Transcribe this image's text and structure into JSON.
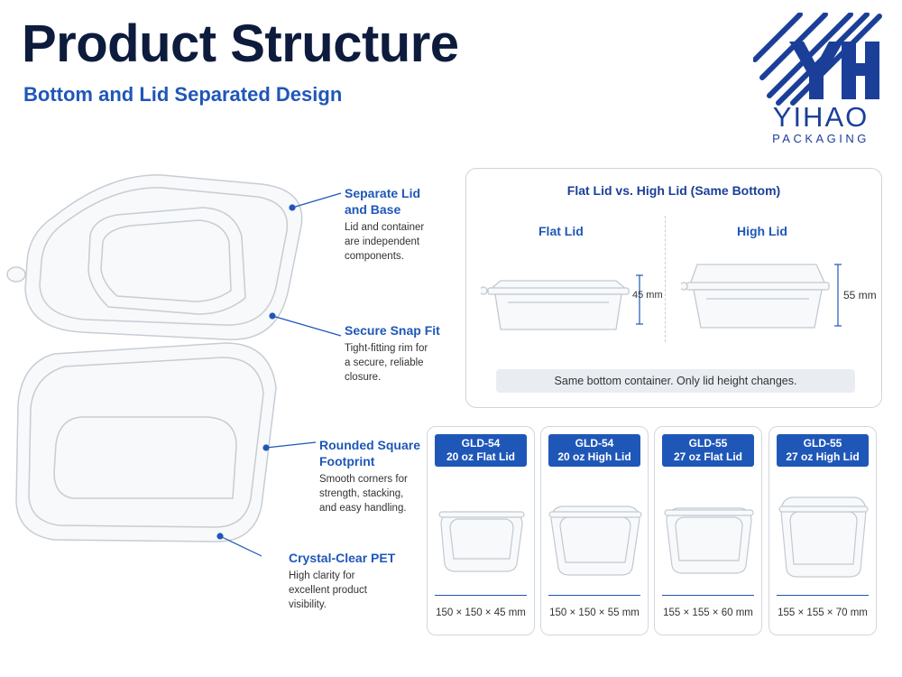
{
  "header": {
    "title": "Product Structure",
    "subtitle": "Bottom and Lid Separated Design"
  },
  "logo": {
    "name": "YIHAO",
    "sub": "PACKAGING",
    "mark": "YH",
    "color": "#1b3f99"
  },
  "callouts": [
    {
      "title_lines": [
        "Separate Lid",
        "and Base"
      ],
      "desc_lines": [
        "Lid and container",
        "are independent",
        "components."
      ]
    },
    {
      "title_lines": [
        "Secure Snap Fit"
      ],
      "desc_lines": [
        "Tight-fitting rim for",
        "a secure, reliable",
        "closure."
      ]
    },
    {
      "title_lines": [
        "Rounded Square",
        "Footprint"
      ],
      "desc_lines": [
        "Smooth corners for",
        "strength, stacking,",
        "and easy handling."
      ]
    },
    {
      "title_lines": [
        "Crystal-Clear PET"
      ],
      "desc_lines": [
        "High clarity for",
        "excellent product",
        "visibility."
      ]
    }
  ],
  "compare": {
    "title": "Flat Lid vs. High Lid (Same Bottom)",
    "flat_label": "Flat Lid",
    "high_label": "High Lid",
    "flat_dim": "45 mm",
    "high_dim": "55 mm",
    "note": "Same bottom container.  Only lid height changes."
  },
  "products": [
    {
      "model": "GLD-54",
      "desc": "20 oz Flat Lid",
      "size": "150 × 150 × 45 mm"
    },
    {
      "model": "GLD-54",
      "desc": "20 oz High Lid",
      "size": "150 × 150 × 55 mm"
    },
    {
      "model": "GLD-55",
      "desc": "27 oz Flat Lid",
      "size": "155 × 155 × 60 mm"
    },
    {
      "model": "GLD-55",
      "desc": "27 oz High Lid",
      "size": "155 × 155 × 70 mm"
    }
  ],
  "colors": {
    "accent": "#1f57b8",
    "title": "#0d1b3d"
  }
}
